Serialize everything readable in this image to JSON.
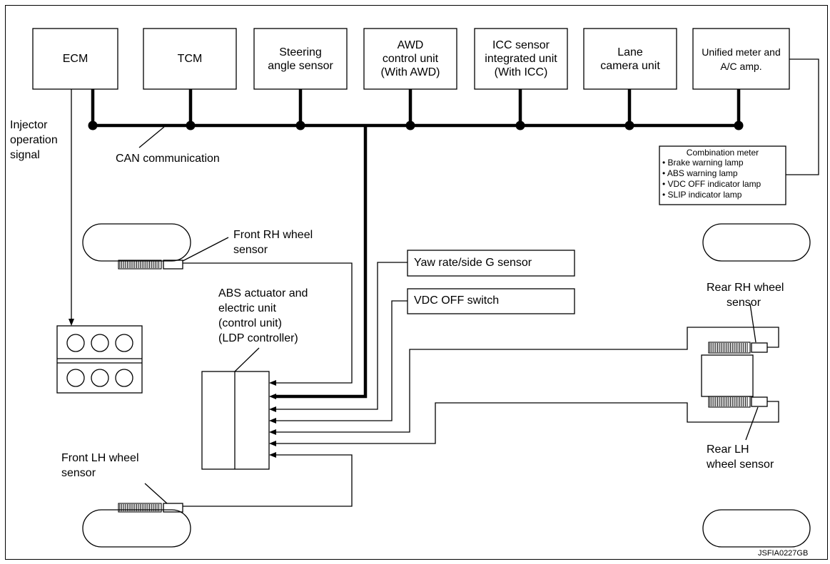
{
  "ecus": [
    {
      "label": "ECM"
    },
    {
      "label": "TCM"
    },
    {
      "label": "Steering\nangle sensor"
    },
    {
      "label": "AWD\ncontrol unit\n(With AWD)"
    },
    {
      "label": "ICC sensor\nintegrated unit\n(With ICC)"
    },
    {
      "label": "Lane\ncamera unit"
    },
    {
      "label": "Unified meter and\nA/C amp."
    }
  ],
  "labels": {
    "injector": [
      "Injector",
      "operation",
      "signal"
    ],
    "can": "CAN communication",
    "front_rh": [
      "Front RH wheel",
      "sensor"
    ],
    "front_lh": [
      "Front LH wheel",
      "sensor"
    ],
    "abs": [
      "ABS actuator and",
      "electric unit",
      "(control unit)",
      "(LDP controller)"
    ],
    "rear_rh": [
      "Rear RH wheel",
      "sensor"
    ],
    "rear_lh": [
      "Rear LH",
      "wheel sensor"
    ]
  },
  "inputs": {
    "yaw": "Yaw rate/side G sensor",
    "vdc": "VDC OFF switch"
  },
  "combination_meter": {
    "title": "Combination meter",
    "items": [
      "• Brake warning lamp",
      "• ABS warning lamp",
      "• VDC OFF indicator lamp",
      "• SLIP indicator lamp"
    ]
  },
  "code": "JSFIA0227GB"
}
